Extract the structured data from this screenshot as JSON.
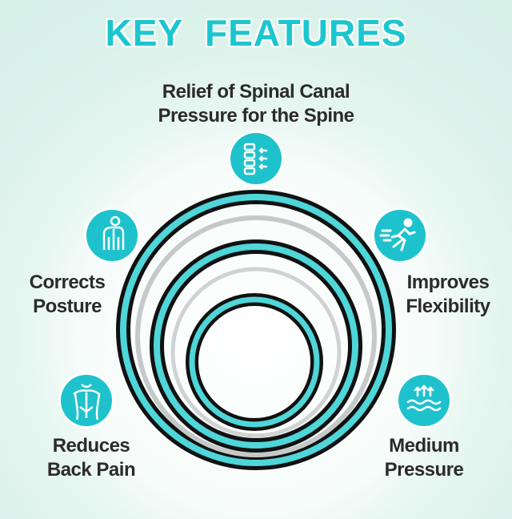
{
  "title": "KEY FEATURES",
  "features": [
    {
      "line1": "Relief of Spinal Canal",
      "line2": "Pressure for the Spine",
      "icon": "spine-icon"
    },
    {
      "line1": "Corrects",
      "line2": "Posture",
      "icon": "posture-icon"
    },
    {
      "line1": "Improves",
      "line2": "Flexibility",
      "icon": "running-icon"
    },
    {
      "line1": "Reduces",
      "line2": "Back Pain",
      "icon": "back-icon"
    },
    {
      "line1": "Medium",
      "line2": "Pressure",
      "icon": "pressure-wave-icon"
    }
  ],
  "colors": {
    "accent": "#1cc6cf",
    "ring_black": "#111111",
    "ring_cyan": "#4fd6d9",
    "ring_gray": "#c8c8c8"
  }
}
